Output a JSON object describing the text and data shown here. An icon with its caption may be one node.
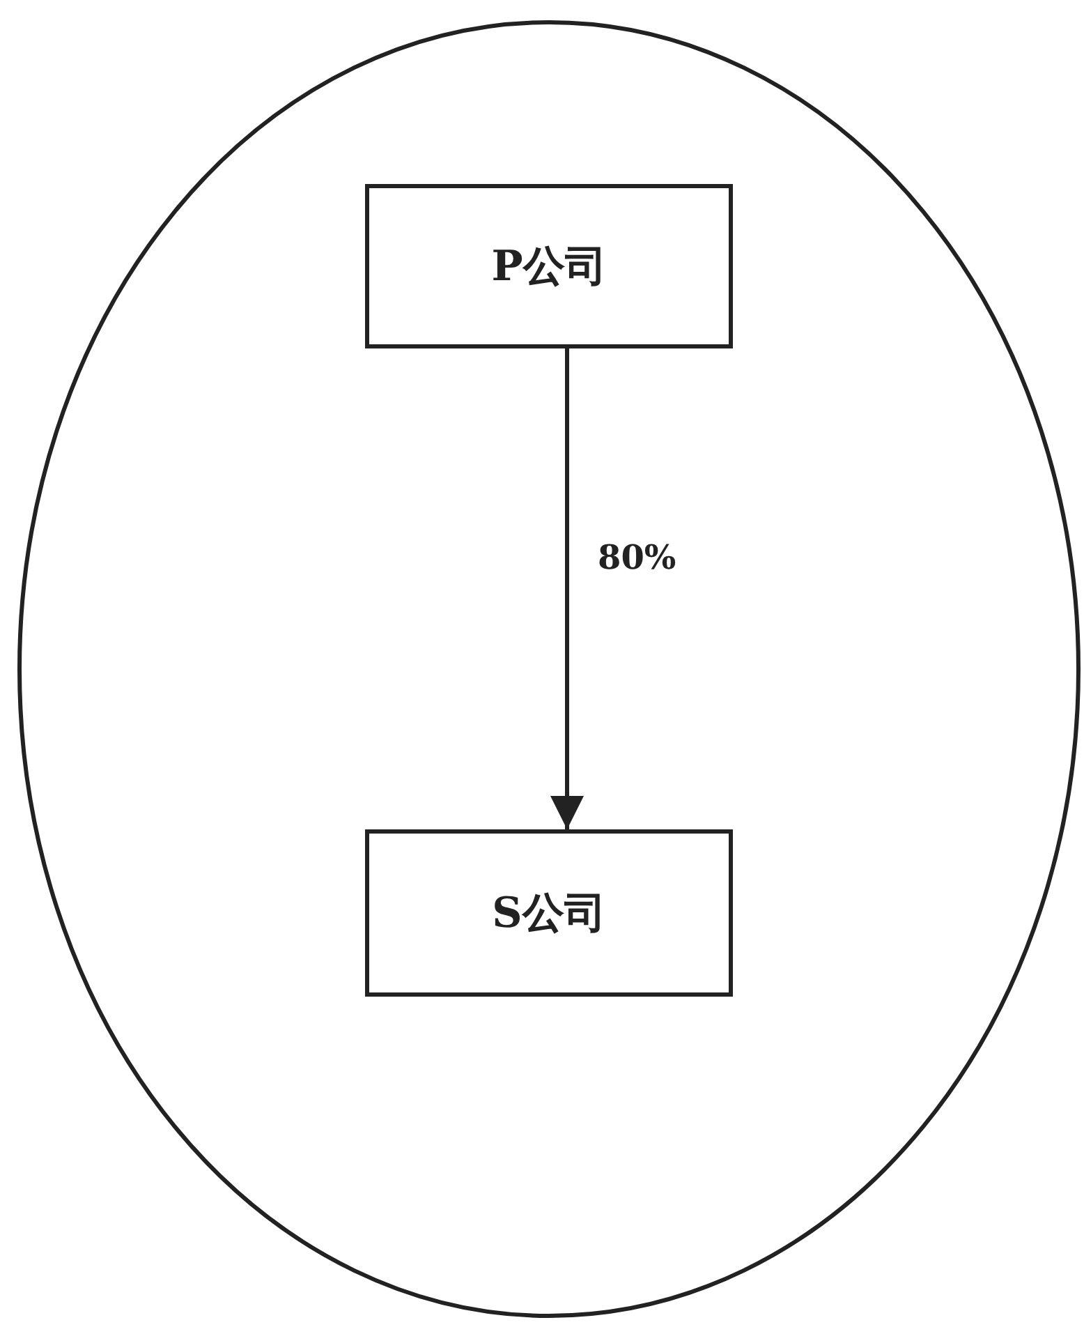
{
  "diagram": {
    "nodes": [
      {
        "text": [],
        "shape": "circle"
      },
      {
        "text": [
          "P公司"
        ],
        "in": 0
      },
      {
        "text": [
          "S公司"
        ],
        "in": 0
      }
    ],
    "edges": [
      {
        "from": 1,
        "to": 2,
        "arrow": "to",
        "label": "80%"
      }
    ]
  }
}
